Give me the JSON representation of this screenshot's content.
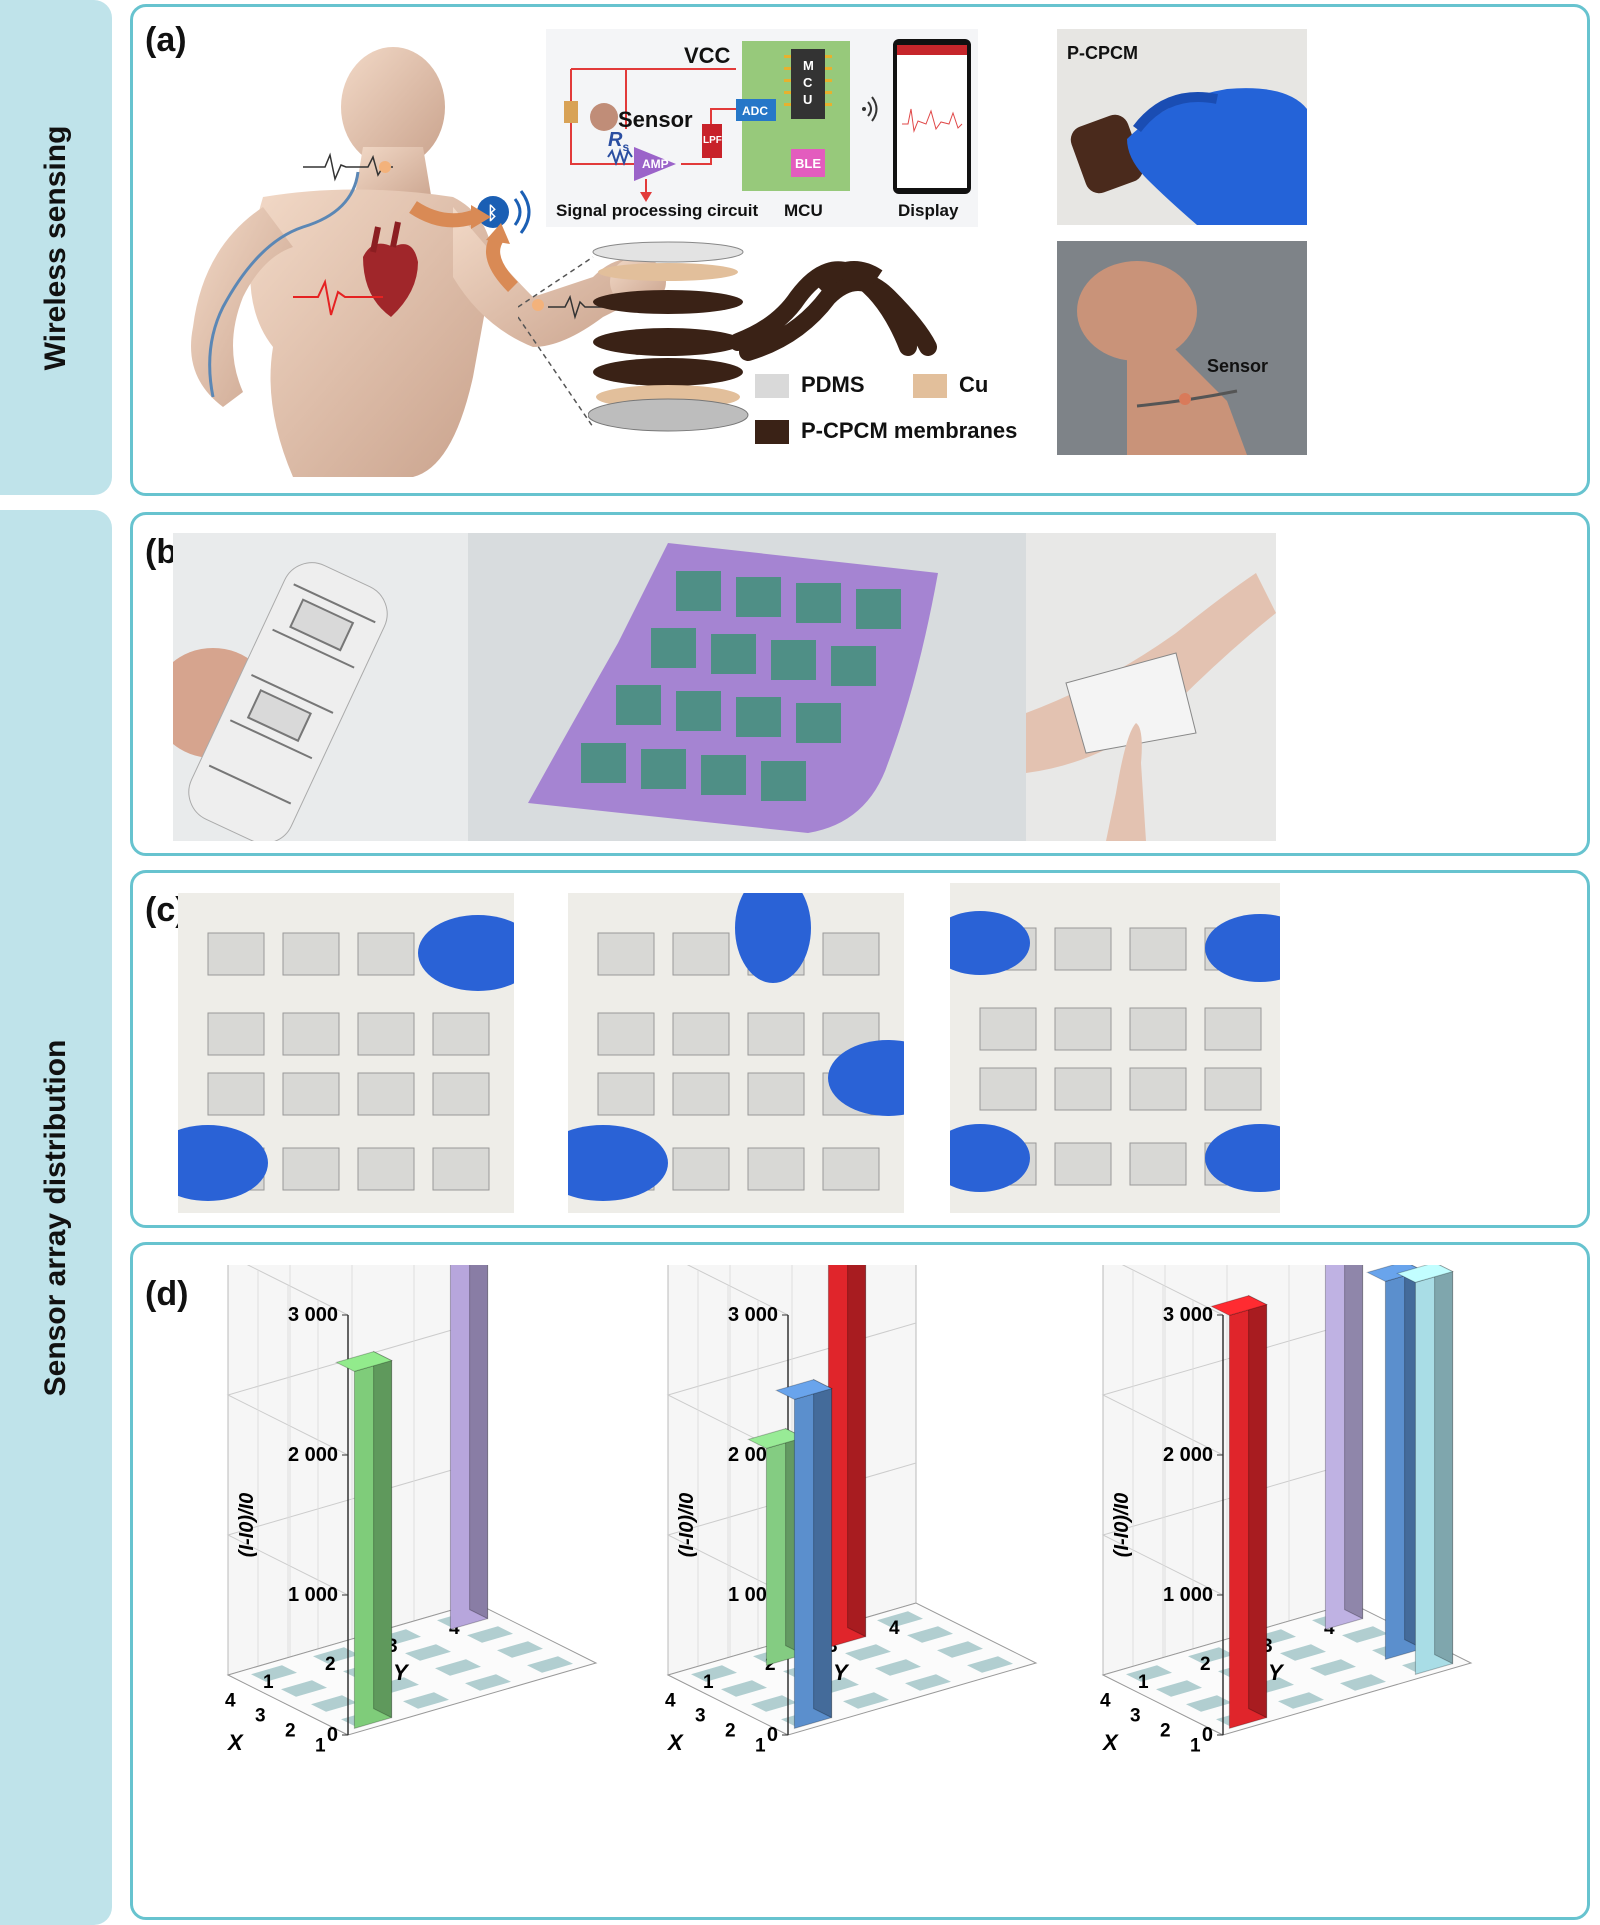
{
  "side_tabs": {
    "wireless": "Wireless sensing",
    "array": "Sensor array distribution"
  },
  "panels": {
    "a": {
      "label": "(a)",
      "circuit": {
        "vcc": "VCC",
        "sensor": "Sensor",
        "rs": "R",
        "rs_sub": "s",
        "amp": "AMP",
        "lpf": "LPF",
        "adc": "ADC",
        "mcu": "M\nC\nU",
        "ble": "BLE",
        "caption_circuit": "Signal processing circuit",
        "caption_mcu": "MCU",
        "caption_display": "Display"
      },
      "legend": {
        "pdms": "PDMS",
        "cu": "Cu",
        "membranes": "P-CPCM membranes"
      },
      "photo_pcpcm": "P-CPCM",
      "photo_sensor": "Sensor",
      "colors": {
        "pdms": "#d9d9d9",
        "cu": "#e2bf9b",
        "membrane": "#3a2216",
        "accent": "#67c3cf"
      }
    },
    "b": {
      "label": "(b)"
    },
    "c": {
      "label": "(c)"
    },
    "d": {
      "label": "(d)"
    }
  },
  "chart_data": [
    {
      "type": "bar3d",
      "zlabel": "(I-I0)/I0",
      "xlabel": "X",
      "ylabel": "Y",
      "z_ticks": [
        "0",
        "1 000",
        "2 000",
        "3 000"
      ],
      "x_ticks": [
        "1",
        "2",
        "3",
        "4"
      ],
      "y_ticks": [
        "1",
        "2",
        "3",
        "4"
      ],
      "zlim": [
        0,
        3000
      ],
      "bars": [
        {
          "x": 1,
          "y": 1,
          "value": 2550,
          "color": "#7fcc7a"
        },
        {
          "x": 4,
          "y": 4,
          "value": 2900,
          "color": "#b7a6dc"
        }
      ]
    },
    {
      "type": "bar3d",
      "zlabel": "(I-I0)/I0",
      "xlabel": "X",
      "ylabel": "Y",
      "z_ticks": [
        "0",
        "1 000",
        "2 000",
        "3 000"
      ],
      "x_ticks": [
        "1",
        "2",
        "3",
        "4"
      ],
      "y_ticks": [
        "1",
        "2",
        "3",
        "4"
      ],
      "zlim": [
        0,
        3000
      ],
      "bars": [
        {
          "x": 1,
          "y": 1,
          "value": 2350,
          "color": "#5b8fcd"
        },
        {
          "x": 4,
          "y": 2,
          "value": 1550,
          "color": "#84cc82"
        },
        {
          "x": 4,
          "y": 3,
          "value": 3000,
          "color": "#e0252b"
        }
      ]
    },
    {
      "type": "bar3d",
      "zlabel": "(I-I0)/I0",
      "xlabel": "X",
      "ylabel": "Y",
      "z_ticks": [
        "0",
        "1 000",
        "2 000",
        "3 000"
      ],
      "x_ticks": [
        "1",
        "2",
        "3",
        "4"
      ],
      "y_ticks": [
        "1",
        "2",
        "3",
        "4"
      ],
      "zlim": [
        0,
        3000
      ],
      "bars": [
        {
          "x": 1,
          "y": 1,
          "value": 2950,
          "color": "#e0252b"
        },
        {
          "x": 4,
          "y": 4,
          "value": 2700,
          "color": "#bfb2e3"
        },
        {
          "x": 2,
          "y": 4,
          "value": 2700,
          "color": "#5b8fcd"
        },
        {
          "x": 1,
          "y": 4,
          "value": 2800,
          "color": "#a9dde6"
        }
      ]
    }
  ]
}
